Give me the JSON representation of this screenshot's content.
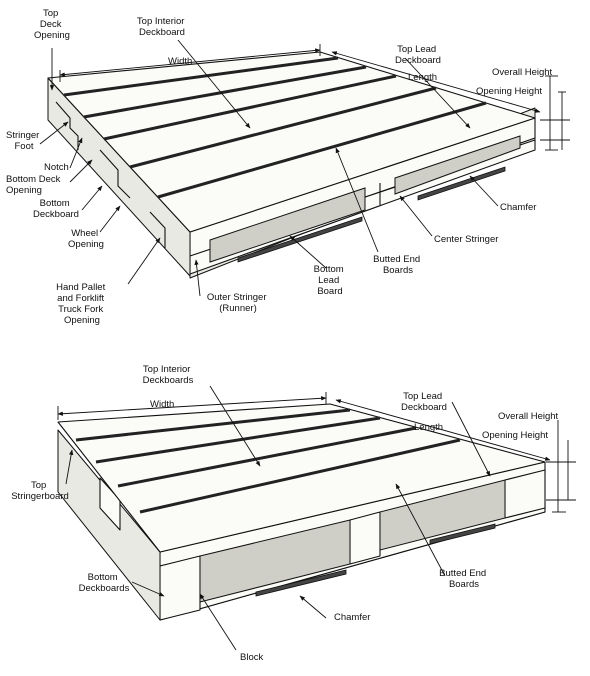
{
  "stringer_pallet": {
    "labels": {
      "top_deck_opening": [
        "Top",
        "Deck",
        "Opening"
      ],
      "top_interior_deckboard": [
        "Top Interior",
        "Deckboard"
      ],
      "width": "Width",
      "top_lead_deckboard": [
        "Top Lead",
        "Deckboard"
      ],
      "length": "Length",
      "overall_height": "Overall Height",
      "opening_height": "Opening Height",
      "stringer_foot": [
        "Stringer",
        "Foot"
      ],
      "notch": "Notch",
      "bottom_deck_opening": [
        "Bottom Deck",
        "Opening"
      ],
      "bottom_deckboard": [
        "Bottom",
        "Deckboard"
      ],
      "wheel_opening": [
        "Wheel",
        "Opening"
      ],
      "hand_pallet_fork_opening": [
        "Hand Pallet",
        "and Forklift",
        "Truck Fork",
        "Opening"
      ],
      "outer_stringer": [
        "Outer Stringer",
        "(Runner)"
      ],
      "bottom_lead_board": [
        "Bottom",
        "Lead",
        "Board"
      ],
      "butted_end_boards": [
        "Butted End",
        "Boards"
      ],
      "center_stringer": "Center Stringer",
      "chamfer": "Chamfer"
    }
  },
  "block_pallet": {
    "labels": {
      "top_interior_deckboards": [
        "Top Interior",
        "Deckboards"
      ],
      "width": "Width",
      "top_lead_deckboard": [
        "Top Lead",
        "Deckboard"
      ],
      "length": "Length",
      "overall_height": "Overall Height",
      "opening_height": "Opening Height",
      "top_stringerboard": [
        "Top",
        "Stringerboard"
      ],
      "bottom_deckboards": [
        "Bottom",
        "Deckboards"
      ],
      "butted_end_boards": [
        "Butted End",
        "Boards"
      ],
      "chamfer": "Chamfer",
      "block": "Block"
    }
  }
}
